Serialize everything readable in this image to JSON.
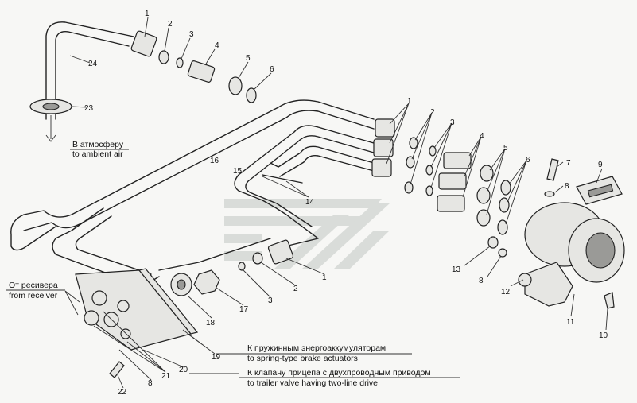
{
  "labels": {
    "n1": "1",
    "n2": "2",
    "n3": "3",
    "n4": "4",
    "n5": "5",
    "n6": "6",
    "n7": "7",
    "n8": "8",
    "n9": "9",
    "n10": "10",
    "n11": "11",
    "n12": "12",
    "n13": "13",
    "n14": "14",
    "n15": "15",
    "n16": "16",
    "n17": "17",
    "n18": "18",
    "n19": "19",
    "n20": "20",
    "n21": "21",
    "n22": "22",
    "n23": "23",
    "n24": "24"
  },
  "captions": {
    "atmosphere_ru": "В атмосферу",
    "atmosphere_en": "to ambient air",
    "receiver_ru": "От ресивера",
    "receiver_en": "from receiver",
    "spring_ru": "К пружинным энергоаккумуляторам",
    "spring_en": "to spring-type brake actuators",
    "trailer_ru": "К клапану прицепа с двухпроводным приводом",
    "trailer_en": "to trailer valve having two-line drive"
  }
}
